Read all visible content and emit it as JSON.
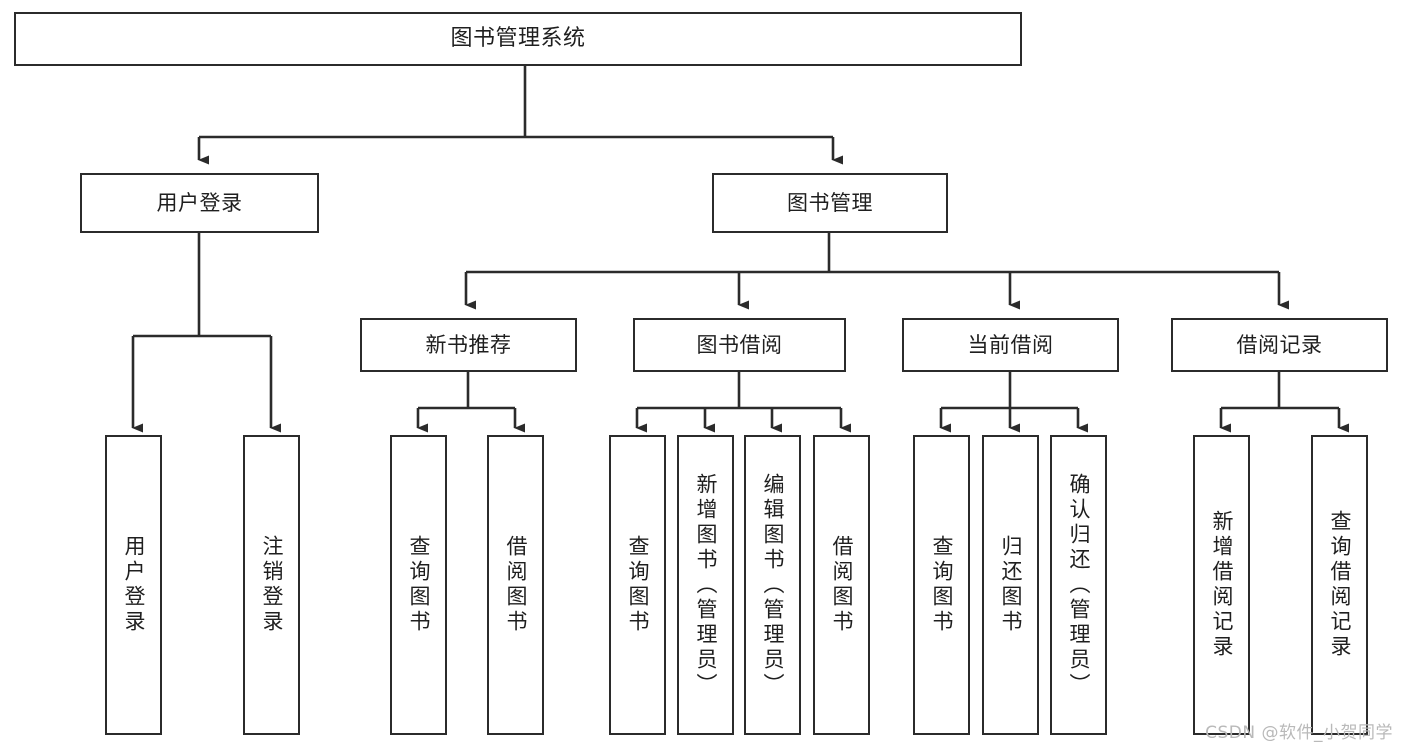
{
  "diagram": {
    "title": "图书管理系统",
    "watermark": "CSDN @软件_小贺同学",
    "line_color": "#2b2b2b",
    "box_fill": "#ffffff",
    "text_color": "#1f1f1f",
    "type": "tree-hierarchy",
    "root": {
      "label": "图书管理系统",
      "children": [
        {
          "label": "用户登录",
          "children": [
            {
              "label": "用户登录"
            },
            {
              "label": "注销登录"
            }
          ]
        },
        {
          "label": "图书管理",
          "children": [
            {
              "label": "新书推荐",
              "children": [
                {
                  "label": "查询图书"
                },
                {
                  "label": "借阅图书"
                }
              ]
            },
            {
              "label": "图书借阅",
              "children": [
                {
                  "label": "查询图书"
                },
                {
                  "label": "新增图书（管理员）"
                },
                {
                  "label": "编辑图书（管理员）"
                },
                {
                  "label": "借阅图书"
                }
              ]
            },
            {
              "label": "当前借阅",
              "children": [
                {
                  "label": "查询图书"
                },
                {
                  "label": "归还图书"
                },
                {
                  "label": "确认归还（管理员）"
                }
              ]
            },
            {
              "label": "借阅记录",
              "children": [
                {
                  "label": "新增借阅记录"
                },
                {
                  "label": "查询借阅记录"
                }
              ]
            }
          ]
        }
      ]
    },
    "nodes": {
      "root": "图书管理系统",
      "user_login": "用户登录",
      "book_manage": "图书管理",
      "leaf_user_login": "用户登录",
      "leaf_user_logout": "注销登录",
      "new_book_rec": "新书推荐",
      "nbr_query": "查询图书",
      "nbr_borrow": "借阅图书",
      "book_borrow": "图书借阅",
      "bb_query": "查询图书",
      "bb_add": "新增图书（管理员）",
      "bb_edit": "编辑图书（管理员）",
      "bb_borrow": "借阅图书",
      "current_borrow": "当前借阅",
      "cb_query": "查询图书",
      "cb_return": "归还图书",
      "cb_confirm": "确认归还（管理员）",
      "borrow_record": "借阅记录",
      "br_add": "新增借阅记录",
      "br_query": "查询借阅记录"
    }
  }
}
